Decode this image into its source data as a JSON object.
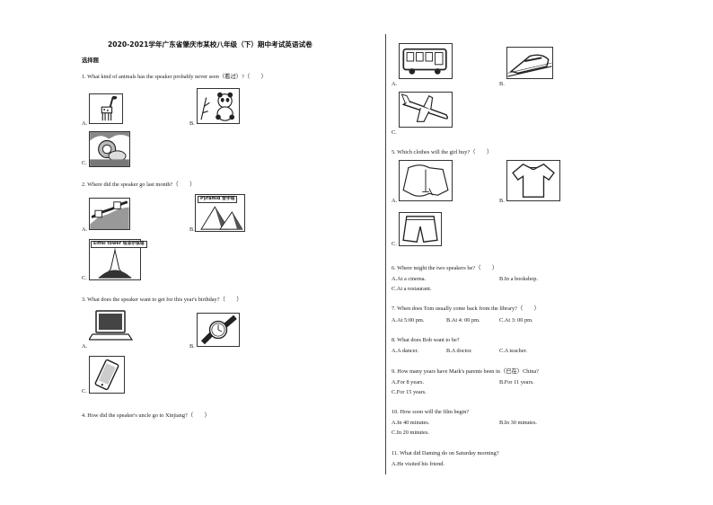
{
  "header": {
    "title": "2020-2021学年广东省肇庆市某校八年级（下）期中考试英语试卷",
    "section": "选择题"
  },
  "left": {
    "q1": {
      "text": "1.  What kind of animals has the speaker probably never seen（看过）?（　　）",
      "a": "A.",
      "b": "B.",
      "c": "C."
    },
    "q2": {
      "text": "2.  Where did the speaker go last month?（　　）",
      "a": "A.",
      "b": "B.",
      "c": "C.",
      "pyramid_label": "Pyramid  金字塔",
      "eiffel_label": "Eiffel tower  埃菲尔铁塔"
    },
    "q3": {
      "text": "3.  What does the speaker want to get for this year's birthday?（　　）",
      "a": "A.",
      "b": "B.",
      "c": "C."
    },
    "q4": {
      "text": "4.  How did the speaker's uncle go to Xinjiang?（　　）"
    }
  },
  "right": {
    "q4_opts": {
      "a": "A.",
      "b": "B.",
      "c": "C."
    },
    "q5": {
      "text": "5.  Which clothes will the girl buy?（　　）",
      "a": "A.",
      "b": "B.",
      "c": "C."
    },
    "q6": {
      "text": "6.  Where might the two speakers be?（　　）",
      "a": "A.At a cinema.",
      "b": "B.In a bookshop.",
      "c": "C.At a restaurant."
    },
    "q7": {
      "text": "7.  When does Tom usually come back from the library?（　　）",
      "a": "A.At 5:00 pm.",
      "b": "B.At 4: 00 pm.",
      "c": "C.At 3: 00 pm."
    },
    "q8": {
      "text": "8.  What does Bob want to be?",
      "a": "A.A dancer.",
      "b": "B.A doctor.",
      "c": "C.A teacher."
    },
    "q9": {
      "text": "9.  How many years have Mark's parents been in（已在）China?",
      "a": "A.For 8 years.",
      "b": "B.For 11 years.",
      "c": "C.For 15 years."
    },
    "q10": {
      "text": "10.  How soon will the film begin?",
      "a": "A.In 40 minutes.",
      "b": "B.In 30 minutes.",
      "c": "C.In 20 minutes."
    },
    "q11": {
      "text": "11.  What did Daming do on Saturday morning?",
      "a": "A.He visited his friend."
    }
  }
}
